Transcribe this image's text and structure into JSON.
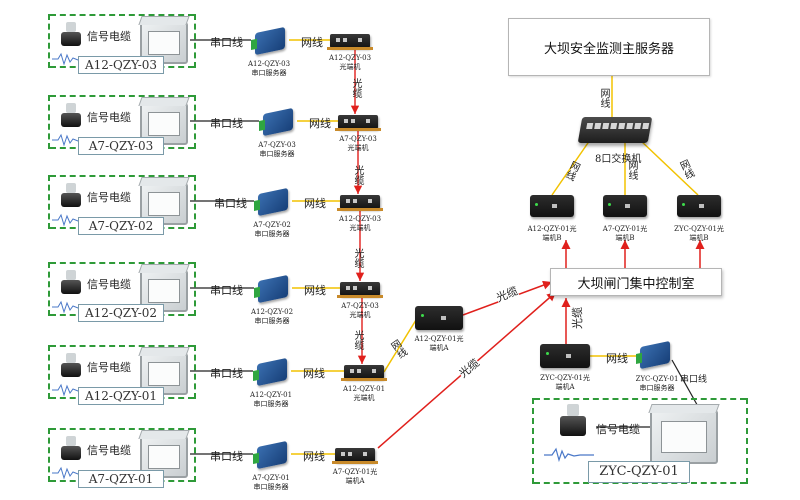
{
  "stations": [
    {
      "name": "A12-QZY-03",
      "signal_label": "信号电缆",
      "serial_label": "串口线",
      "net_label": "网线",
      "serial_server": "A12-QZY-03\n串口服务器",
      "optical": "A12-QZY-03\n光端机"
    },
    {
      "name": "A7-QZY-03",
      "signal_label": "信号电缆",
      "serial_label": "串口线",
      "net_label": "网线",
      "serial_server": "A7-QZY-03\n串口服务器",
      "optical": "A7-QZY-03\n光端机"
    },
    {
      "name": "A7-QZY-02",
      "signal_label": "信号电缆",
      "serial_label": "串口线",
      "net_label": "网线",
      "serial_server": "A7-QZY-02\n串口服务器",
      "optical": "A12-QZY-03\n光端机"
    },
    {
      "name": "A12-QZY-02",
      "signal_label": "信号电缆",
      "serial_label": "串口线",
      "net_label": "网线",
      "serial_server": "A12-QZY-02\n串口服务器",
      "optical": "A7-QZY-03\n光端机"
    },
    {
      "name": "A12-QZY-01",
      "signal_label": "信号电缆",
      "serial_label": "串口线",
      "net_label": "网线",
      "serial_server": "A12-QZY-01\n串口服务器",
      "optical": "A12-QZY-01\n光端机"
    },
    {
      "name": "A7-QZY-01",
      "signal_label": "信号电缆",
      "serial_label": "串口线",
      "net_label": "网线",
      "serial_server": "A7-QZY-01\n串口服务器",
      "optical": "A7-QZY-01光\n端机A"
    }
  ],
  "fiber_vertical_label": "光缆",
  "mid_optical": {
    "label": "A12-QZY-01光\n端机A",
    "link_label": "网线"
  },
  "server": {
    "title": "大坝安全监测主服务器",
    "link_label": "网线"
  },
  "switch": {
    "label": "8口交换机"
  },
  "receivers": [
    {
      "label": "A12-QZY-01光\n端机B",
      "link_label": "网线"
    },
    {
      "label": "A7-QZY-01光\n端机B",
      "link_label": "网线"
    },
    {
      "label": "ZYC-QZY-01光\n端机B",
      "link_label": "网线"
    }
  ],
  "control_room": {
    "title": "大坝闸门集中控制室"
  },
  "fiber_labels": {
    "upper": "光缆",
    "lower": "光缆",
    "right": "光缆"
  },
  "zyc": {
    "optical": "ZYC-QZY-01光\n端机A",
    "serial_server": "ZYC-QZY-01\n串口服务器",
    "net_label": "网线",
    "serial_label": "串口线",
    "signal_label": "信号电缆",
    "station_name": "ZYC-QZY-01"
  },
  "colors": {
    "fiber": "#e0201c",
    "network": "#f2c200",
    "serial": "#222222",
    "frame": "#2e9a38"
  }
}
